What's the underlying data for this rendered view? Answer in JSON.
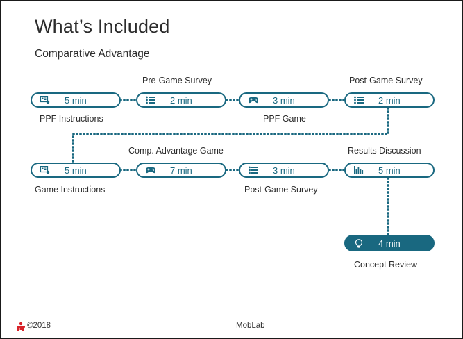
{
  "slide": {
    "title": "What’s Included",
    "subtitle": "Comparative Advantage"
  },
  "colors": {
    "accent": "#196880",
    "filled_text": "#ffffff"
  },
  "steps": [
    {
      "icon": "instructions-icon",
      "duration": "5 min",
      "label": "PPF Instructions"
    },
    {
      "icon": "survey-list-icon",
      "duration": "2 min",
      "label": "Pre-Game Survey"
    },
    {
      "icon": "gamepad-icon",
      "duration": "3 min",
      "label": "PPF Game"
    },
    {
      "icon": "survey-list-icon",
      "duration": "2 min",
      "label": "Post-Game Survey"
    },
    {
      "icon": "instructions-icon",
      "duration": "5 min",
      "label": "Game Instructions"
    },
    {
      "icon": "gamepad-icon",
      "duration": "7 min",
      "label": "Comp. Advantage Game"
    },
    {
      "icon": "survey-list-icon",
      "duration": "3 min",
      "label": "Post-Game Survey"
    },
    {
      "icon": "bar-chart-icon",
      "duration": "5 min",
      "label": "Results Discussion"
    },
    {
      "icon": "lightbulb-icon",
      "duration": "4 min",
      "label": "Concept Review"
    }
  ],
  "footer": {
    "year": "©2018",
    "brand": "MobLab"
  }
}
